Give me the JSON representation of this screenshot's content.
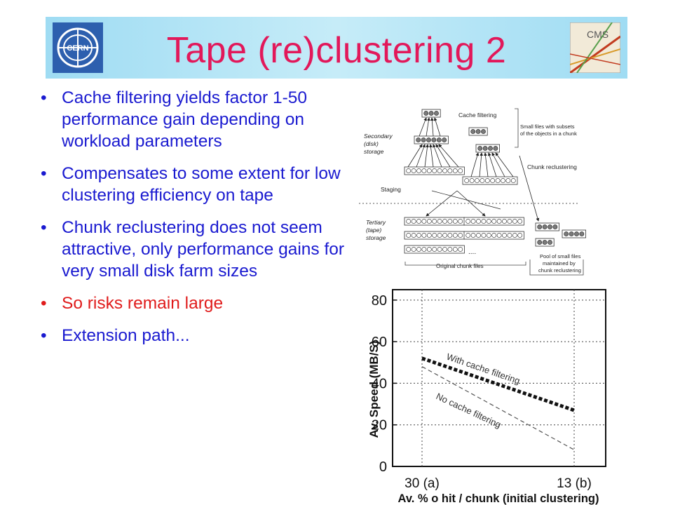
{
  "title": "Tape (re)clustering 2",
  "bullets": [
    {
      "text": "Cache filtering yields factor 1-50 performance gain depending on workload parameters",
      "color": "#1a1ad0"
    },
    {
      "text": "Compensates to some extent for low clustering efficiency on tape",
      "color": "#1a1ad0"
    },
    {
      "text": "Chunk reclustering does not seem attractive, only performance gains for very small disk farm sizes",
      "color": "#1a1ad0"
    },
    {
      "text": "So risks remain large",
      "color": "#e01c1c"
    },
    {
      "text": "Extension path...",
      "color": "#1a1ad0"
    }
  ],
  "logos": {
    "left": "CERN",
    "right": "CMS"
  },
  "diagram": {
    "cache_filtering": "Cache filtering",
    "small_files_1": "Small files with subsets",
    "small_files_2": "of the objects in a chunk",
    "secondary_1": "Secondary",
    "secondary_2": "(disk)",
    "secondary_3": "storage",
    "chunk_reclustering": "Chunk reclustering",
    "staging": "Staging",
    "tertiary_1": "Tertiary",
    "tertiary_2": "(tape)",
    "tertiary_3": "storage",
    "ellipsis": "....",
    "original_chunk_files": "Original chunk files",
    "pool_1": "Pool of small files",
    "pool_2": "maintained by",
    "pool_3": "chunk reclustering"
  },
  "chart_data": {
    "type": "line",
    "ylabel": "Av. Speed (MB/S)",
    "xlabel": "Av. % o hit / chunk (initial clustering)",
    "x_ticks": [
      "30 (a)",
      "13 (b)"
    ],
    "y_ticks": [
      "0",
      "20",
      "40",
      "60",
      "80"
    ],
    "ylim": [
      0,
      85
    ],
    "grid": true,
    "series": [
      {
        "name": "With cache filtering",
        "points": [
          [
            0,
            52
          ],
          [
            1,
            27
          ]
        ],
        "style": "thick-dashed"
      },
      {
        "name": "No cache filtering",
        "points": [
          [
            0,
            48
          ],
          [
            1,
            8
          ]
        ],
        "style": "thin-dashed"
      }
    ]
  }
}
